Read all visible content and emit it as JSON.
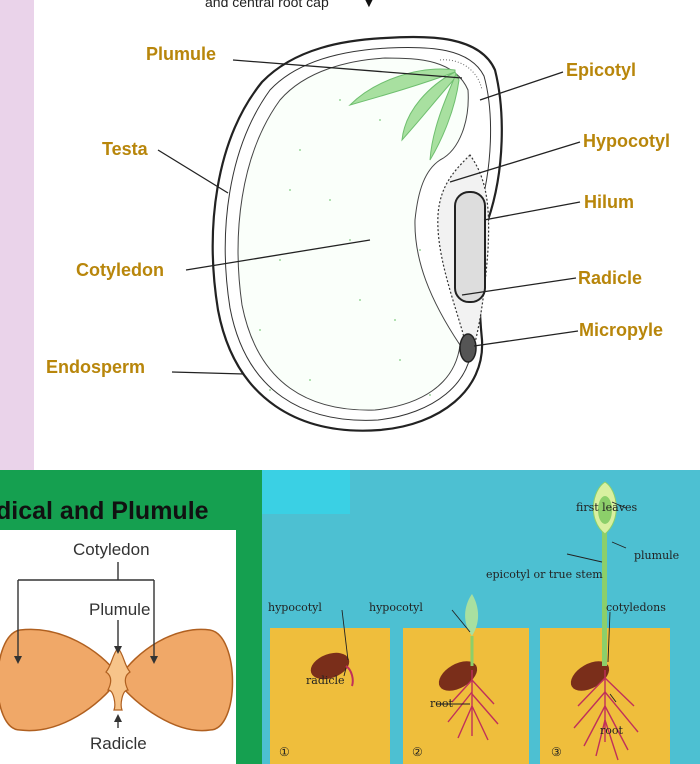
{
  "caption": {
    "text": "and central root cap",
    "arrow": "▼"
  },
  "seed_diagram": {
    "labels": {
      "plumule": "Plumule",
      "epicotyl": "Epicotyl",
      "testa": "Testa",
      "hypocotyl": "Hypocotyl",
      "hilum": "Hilum",
      "cotyledon": "Cotyledon",
      "radicle": "Radicle",
      "micropyle": "Micropyle",
      "endosperm": "Endosperm"
    },
    "colors": {
      "label": "#b8860b",
      "leaf": "#8fd48f"
    }
  },
  "radical_plumule": {
    "title": "dical and Plumule",
    "labels": {
      "cotyledon": "Cotyledon",
      "plumule": "Plumule",
      "radicle": "Radicle"
    },
    "colors": {
      "background": "#15a050",
      "seed": "#f0a868"
    }
  },
  "germination": {
    "labels": {
      "first_leaves": "first leaves",
      "plumule": "plumule",
      "epicotyl": "epicotyl or true stem",
      "hypocotyl_1": "hypocotyl",
      "hypocotyl_2": "hypocotyl",
      "cotyledons": "cotyledons",
      "radicle": "radicle",
      "root_2": "root",
      "root_3": "root"
    },
    "stage_numbers": [
      "①",
      "②",
      "③"
    ],
    "colors": {
      "background": "#4dc0d2",
      "soil": "#efbe3c",
      "root": "#c0305a",
      "stem": "#8ccf6a"
    }
  }
}
